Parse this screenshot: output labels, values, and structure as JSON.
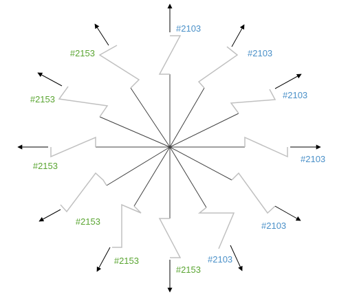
{
  "colors": {
    "background": "#ffffff",
    "spoke": "#404040",
    "zigzag": "#c0c0c0",
    "arrow": "#000000",
    "label_blue": "#4a90c8",
    "label_green": "#5aa532"
  },
  "spokes": [
    {
      "id": "n",
      "label": "#2103",
      "color": "blue"
    },
    {
      "id": "nne",
      "label": "#2103",
      "color": "blue"
    },
    {
      "id": "ene",
      "label": "#2103",
      "color": "blue"
    },
    {
      "id": "e",
      "label": "#2103",
      "color": "blue"
    },
    {
      "id": "ese",
      "label": "#2103",
      "color": "blue"
    },
    {
      "id": "sse",
      "label": "#2103",
      "color": "blue"
    },
    {
      "id": "s",
      "label": "#2153",
      "color": "green"
    },
    {
      "id": "ssw",
      "label": "#2153",
      "color": "green"
    },
    {
      "id": "wsw",
      "label": "#2153",
      "color": "green"
    },
    {
      "id": "w",
      "label": "#2153",
      "color": "green"
    },
    {
      "id": "wnw",
      "label": "#2153",
      "color": "green"
    },
    {
      "id": "nnw",
      "label": "#2153",
      "color": "green"
    }
  ]
}
